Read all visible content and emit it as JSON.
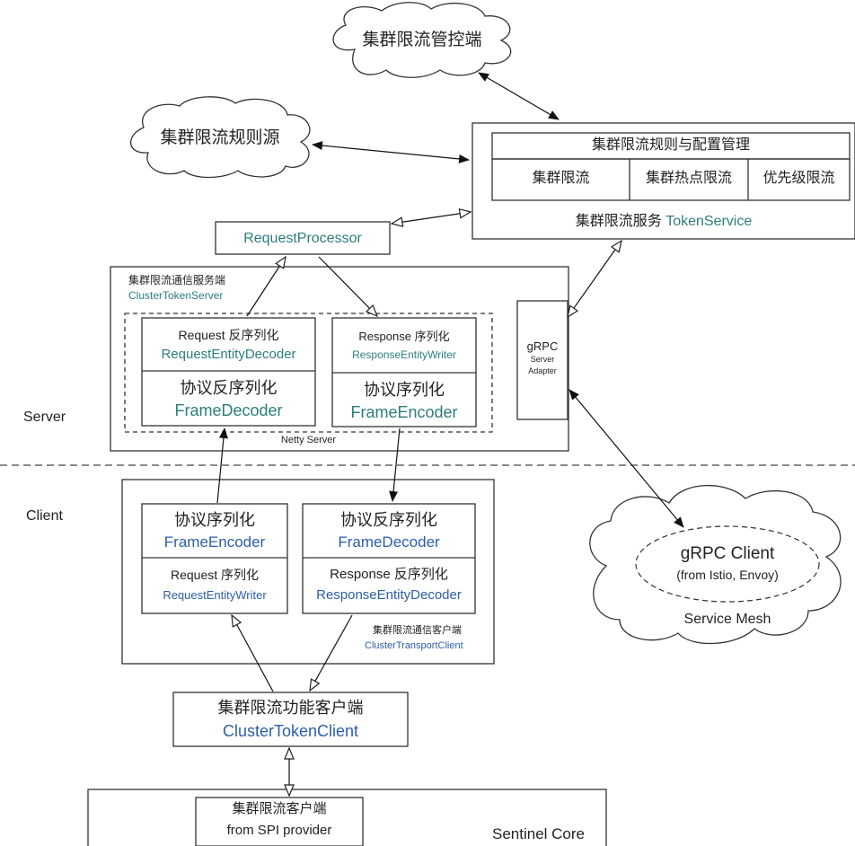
{
  "clouds": {
    "control": "集群限流管控端",
    "rule_source": "集群限流规则源",
    "service_mesh": {
      "grpc_client": "gRPC Client",
      "grpc_client_sub": "(from Istio, Envoy)",
      "label": "Service Mesh"
    }
  },
  "token_service": {
    "rule_config_mgmt": "集群限流规则与配置管理",
    "cells": [
      "集群限流",
      "集群热点限流",
      "优先级限流"
    ],
    "title_cn": "集群限流服务",
    "title_en": "TokenService"
  },
  "request_processor": "RequestProcessor",
  "cluster_token_server": {
    "title_cn": "集群限流通信服务端",
    "title_en": "ClusterTokenServer",
    "netty_label": "Netty Server",
    "decoder_block": {
      "top_cn": "Request 反序列化",
      "top_en": "RequestEntityDecoder",
      "bottom_cn": "协议反序列化",
      "bottom_en": "FrameDecoder"
    },
    "encoder_block": {
      "top_cn": "Response 序列化",
      "top_en": "ResponseEntityWriter",
      "bottom_cn": "协议序列化",
      "bottom_en": "FrameEncoder"
    }
  },
  "grpc_adapter": {
    "line1": "gRPC",
    "line2": "Server",
    "line3": "Adapter"
  },
  "zones": {
    "server": "Server",
    "client": "Client"
  },
  "cluster_transport_client": {
    "title_cn": "集群限流通信客户端",
    "title_en": "ClusterTransportClient",
    "encoder_block": {
      "top_cn": "协议序列化",
      "top_en": "FrameEncoder",
      "bottom_cn": "Request 序列化",
      "bottom_en": "RequestEntityWriter"
    },
    "decoder_block": {
      "top_cn": "协议反序列化",
      "top_en": "FrameDecoder",
      "bottom_cn": "Response 反序列化",
      "bottom_en": "ResponseEntityDecoder"
    }
  },
  "cluster_token_client": {
    "title_cn": "集群限流功能客户端",
    "title_en": "ClusterTokenClient"
  },
  "sentinel_core": {
    "label": "Sentinel Core",
    "spi_title": "集群限流客户端",
    "spi_sub": "from SPI provider"
  },
  "colors": {
    "server_accent": "#2a7f7b",
    "client_accent": "#2c5ea8",
    "line": "#222222"
  }
}
